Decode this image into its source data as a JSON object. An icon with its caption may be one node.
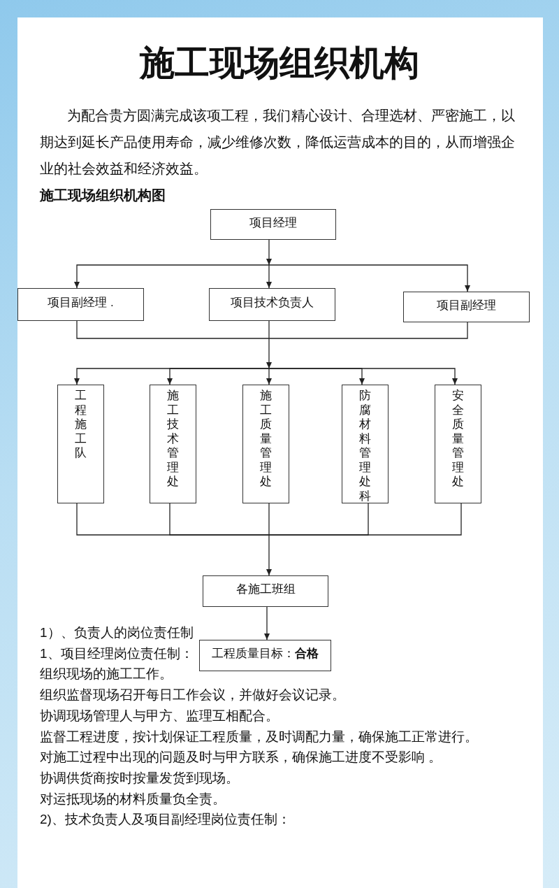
{
  "diagram": {
    "title": "施工现场组织机构",
    "nodes": [
      {
        "text": [
          "项目经理"
        ]
      },
      {
        "text": [
          "项目副经理 ."
        ]
      },
      {
        "text": [
          "项目技术负责人"
        ]
      },
      {
        "text": [
          "项目副经理"
        ]
      },
      {
        "text": [
          "工程施工队"
        ]
      },
      {
        "text": [
          "施工技术管理处"
        ]
      },
      {
        "text": [
          "施工质量管理处"
        ]
      },
      {
        "text": [
          "防腐材料管理处科"
        ]
      },
      {
        "text": [
          "安全质量管理处"
        ]
      },
      {
        "text": [
          "各施工班组"
        ]
      },
      {
        "text": [
          "工程质量目标：**合格**"
        ]
      }
    ],
    "edges": [
      {
        "from": 0,
        "to": 1,
        "arrow": "to"
      },
      {
        "from": 0,
        "to": 2,
        "arrow": "to"
      },
      {
        "from": 0,
        "to": 3,
        "arrow": "to"
      },
      {
        "from": 1,
        "to": 4,
        "arrow": "to"
      },
      {
        "from": 1,
        "to": 5,
        "arrow": "to"
      },
      {
        "from": 1,
        "to": 6,
        "arrow": "to"
      },
      {
        "from": 1,
        "to": 7,
        "arrow": "to"
      },
      {
        "from": 1,
        "to": 8,
        "arrow": "to"
      },
      {
        "from": 2,
        "to": 4,
        "arrow": "to"
      },
      {
        "from": 2,
        "to": 5,
        "arrow": "to"
      },
      {
        "from": 2,
        "to": 6,
        "arrow": "to"
      },
      {
        "from": 2,
        "to": 7,
        "arrow": "to"
      },
      {
        "from": 2,
        "to": 8,
        "arrow": "to"
      },
      {
        "from": 3,
        "to": 4,
        "arrow": "to"
      },
      {
        "from": 3,
        "to": 5,
        "arrow": "to"
      },
      {
        "from": 3,
        "to": 6,
        "arrow": "to"
      },
      {
        "from": 3,
        "to": 7,
        "arrow": "to"
      },
      {
        "from": 3,
        "to": 8,
        "arrow": "to"
      },
      {
        "from": 4,
        "to": 9,
        "arrow": "to"
      },
      {
        "from": 5,
        "to": 9,
        "arrow": "to"
      },
      {
        "from": 6,
        "to": 9,
        "arrow": "to"
      },
      {
        "from": 7,
        "to": 9,
        "arrow": "to"
      },
      {
        "from": 8,
        "to": 9,
        "arrow": "to"
      },
      {
        "from": 9,
        "to": 10,
        "arrow": "to"
      }
    ],
    "labels": [
      "为配合贵方圆满完成该项工程，我们精心设计、合理选材、严密施工，以期达到延长产品使用寿命，减少维修次数，降低运营成本的目的，从而增强企业的社会效益和经济效益。",
      "施工现场组织机构图",
      "1）、负责人的岗位责任制",
      "1、项目经理岗位责任制：",
      "组织现场的施工工作。",
      "组织监督现场召开每日工作会议，并做好会议记录。",
      "协调现场管理人与甲方、监理互相配合。",
      "监督工程进度，按计划保证工程质量，及时调配力量，确保施工正常进行。",
      "对施工过程中出现的问题及时与甲方联系，确保施工进度不受影响 。",
      "协调供货商按时按量发货到现场。",
      "对运抵现场的材料质量负全责。",
      "2)、技术负责人及项目副经理岗位责任制："
    ]
  }
}
